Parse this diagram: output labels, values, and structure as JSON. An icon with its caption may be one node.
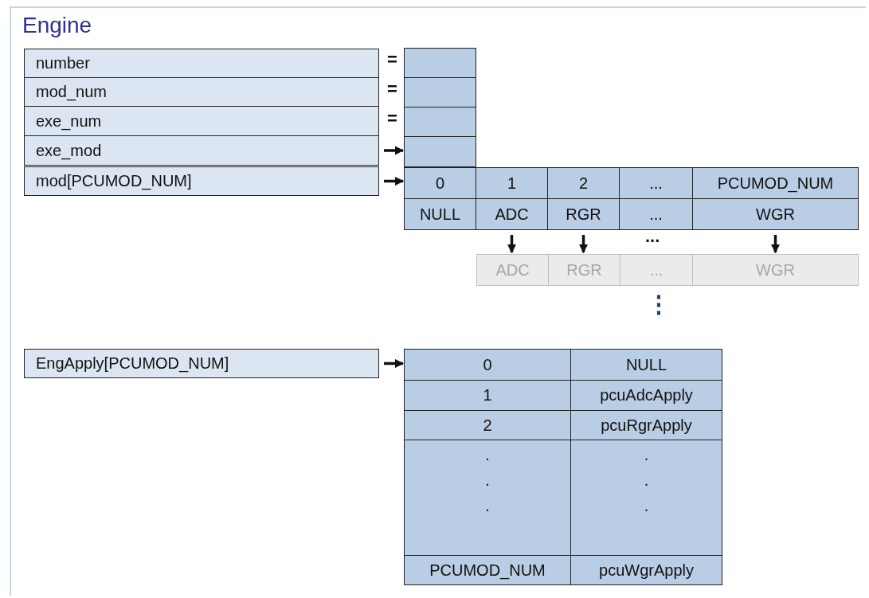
{
  "diagram": {
    "nodes": [
      {
        "text": [
          "Engine"
        ]
      },
      {
        "text": [
          "number"
        ],
        "in": 0
      },
      {
        "text": [
          "mod_num"
        ],
        "in": 0
      },
      {
        "text": [
          "exe_num"
        ],
        "in": 0
      },
      {
        "text": [
          "exe_mod"
        ],
        "in": 0
      },
      {
        "text": [
          "mod[PCUMOD_NUM]"
        ],
        "in": 0
      },
      {
        "text": [],
        "shape": "box",
        "in": 0
      },
      {
        "text": [],
        "shape": "box",
        "in": 0
      },
      {
        "text": [],
        "shape": "box",
        "in": 0
      },
      {
        "text": [],
        "shape": "box",
        "in": 0
      },
      {
        "text": [
          "0"
        ],
        "in": 0
      },
      {
        "text": [
          "1"
        ],
        "in": 0
      },
      {
        "text": [
          "2"
        ],
        "in": 0
      },
      {
        "text": [
          "..."
        ],
        "in": 0
      },
      {
        "text": [
          "PCUMOD_NUM"
        ],
        "in": 0
      },
      {
        "text": [
          "NULL"
        ],
        "in": 0
      },
      {
        "text": [
          "ADC"
        ],
        "in": 0
      },
      {
        "text": [
          "RGR"
        ],
        "in": 0
      },
      {
        "text": [
          "..."
        ],
        "in": 0
      },
      {
        "text": [
          "WGR"
        ],
        "in": 0
      },
      {
        "text": [
          "ADC"
        ],
        "in": 0
      },
      {
        "text": [
          "RGR"
        ],
        "in": 0
      },
      {
        "text": [
          "..."
        ],
        "in": 0
      },
      {
        "text": [
          "WGR"
        ],
        "in": 0
      },
      {
        "text": [
          "EngApply[PCUMOD_NUM]"
        ],
        "in": 0
      },
      {
        "text": [
          "0"
        ],
        "in": 0
      },
      {
        "text": [
          "NULL"
        ],
        "in": 0
      },
      {
        "text": [
          "1"
        ],
        "in": 0
      },
      {
        "text": [
          "pcuAdcApply"
        ],
        "in": 0
      },
      {
        "text": [
          "2"
        ],
        "in": 0
      },
      {
        "text": [
          "pcuRgrApply"
        ],
        "in": 0
      },
      {
        "text": [
          ". . ."
        ],
        "in": 0
      },
      {
        "text": [
          ". . ."
        ],
        "in": 0
      },
      {
        "text": [
          "PCUMOD_NUM"
        ],
        "in": 0
      },
      {
        "text": [
          "pcuWgrApply"
        ],
        "in": 0
      }
    ],
    "edges": [
      {
        "from": 4,
        "to": 9,
        "arrow": "to"
      },
      {
        "from": 5,
        "to": 10,
        "arrow": "to"
      },
      {
        "from": 16,
        "to": 20,
        "arrow": "to"
      },
      {
        "from": 17,
        "to": 21,
        "arrow": "to"
      },
      {
        "from": 19,
        "to": 23,
        "arrow": "to"
      },
      {
        "from": 24,
        "to": 25,
        "arrow": "to"
      }
    ],
    "labels": [
      "=",
      "=",
      "=",
      "...",
      "⋮"
    ]
  }
}
